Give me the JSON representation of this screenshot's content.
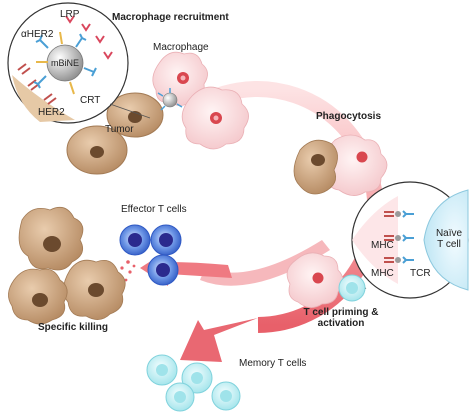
{
  "labels": {
    "macrophage_recruitment": "Macrophage recruitment",
    "macrophage": "Macrophage",
    "phagocytosis": "Phagocytosis",
    "tumor": "Tumor",
    "effector_t_cells": "Effector T cells",
    "specific_killing": "Specific killing",
    "t_cell_priming_line1": "T cell priming &",
    "t_cell_priming_line2": "activation",
    "memory_t_cells": "Memory T cells"
  },
  "inset_left": {
    "lrp": "LRP",
    "aher2": "αHER2",
    "mbine": "mBiNE",
    "crt": "CRT",
    "her2": "HER2"
  },
  "inset_right": {
    "naive_line1": "Naïve",
    "naive_line2": "T cell",
    "mhc_top": "MHC",
    "mhc_bottom": "MHC",
    "tcr": "TCR"
  },
  "colors": {
    "tumor_fill": "#c9a27c",
    "tumor_nucleus": "#6b4a2e",
    "macrophage_fill": "#f6d4d6",
    "macrophage_nucleus": "#d9474f",
    "cycle_arrow": "#e8606a",
    "effector_outer": "#3e6fd1",
    "effector_inner": "#2b2a8e",
    "memory_fill": "#bfeff3",
    "naive_fill": "#d7f2fa",
    "her2": "#c0504d",
    "antibody": "#4a9fd5",
    "lrp": "#d9475d",
    "crt": "#e8b84a"
  }
}
